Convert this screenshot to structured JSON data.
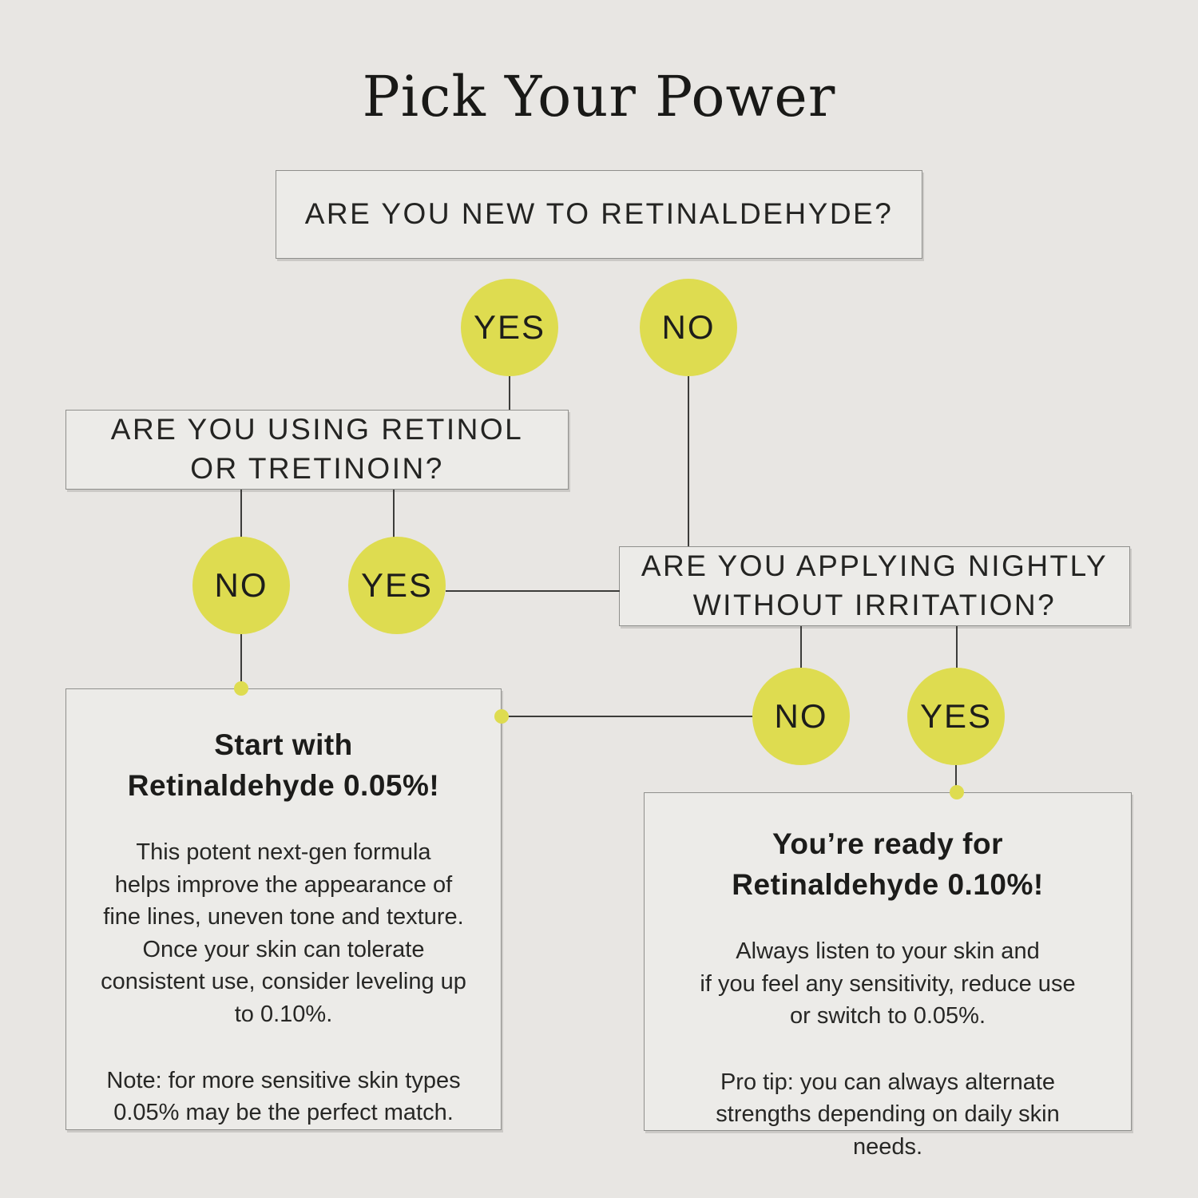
{
  "title": "Pick Your Power",
  "questions": {
    "new_to_retinaldehyde": "ARE YOU NEW TO RETINALDEHYDE?",
    "using_retinol": "ARE YOU USING RETINOL\nOR TRETINOIN?",
    "applying_nightly": "ARE YOU APPLYING NIGHTLY\nWITHOUT IRRITATION?"
  },
  "answers": {
    "q1_yes": "YES",
    "q1_no": "NO",
    "q2_no": "NO",
    "q2_yes": "YES",
    "q3_no": "NO",
    "q3_yes": "YES"
  },
  "results": {
    "low": {
      "heading": "Start with\nRetinaldehyde 0.05%!",
      "body": "This potent next-gen formula\nhelps improve the appearance of\nfine lines, uneven tone and texture.\nOnce your skin can tolerate\nconsistent use, consider leveling up\nto 0.10%.",
      "note": "Note: for more sensitive skin types\n0.05% may be the perfect match."
    },
    "high": {
      "heading": "You’re ready for\nRetinaldehyde 0.10%!",
      "body": "Always listen to your skin and\nif you feel any sensitivity, reduce use\nor switch to 0.05%.",
      "note": "Pro tip: you can always alternate\nstrengths depending on daily skin\nneeds."
    }
  },
  "colors": {
    "accent": "#dedc50",
    "background": "#e8e6e3",
    "box_fill": "#ecebe8",
    "box_border": "#8f8f8c",
    "connector": "#3c3c3a",
    "text": "#1d1d1b"
  }
}
